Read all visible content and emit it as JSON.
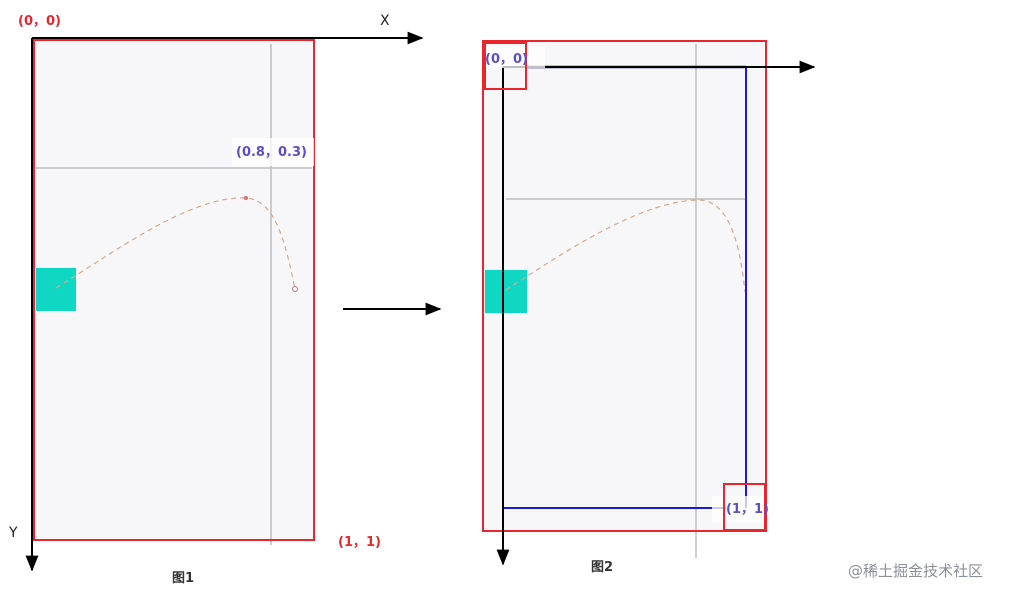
{
  "figure1": {
    "origin_label": "(0，0)",
    "x_axis_label": "X",
    "y_axis_label": "Y",
    "point_label": "(0.8，0.3)",
    "end_label": "(1，1)",
    "caption": "图1"
  },
  "figure2": {
    "origin_label": "(0，0)",
    "end_label": "(1，1)",
    "caption": "图2"
  },
  "watermark": "@稀土掘金技术社区",
  "colors": {
    "frame_red": "#e8262b",
    "frame_blue": "#1a1adf",
    "frame_navy": "#0a1a6e",
    "axis_black": "#000000",
    "panel_fill": "#f7f6f8",
    "guide_gray": "#bdbdbd",
    "cyan_box": "#10d6c4",
    "curve_tan": "#d9a98a"
  }
}
